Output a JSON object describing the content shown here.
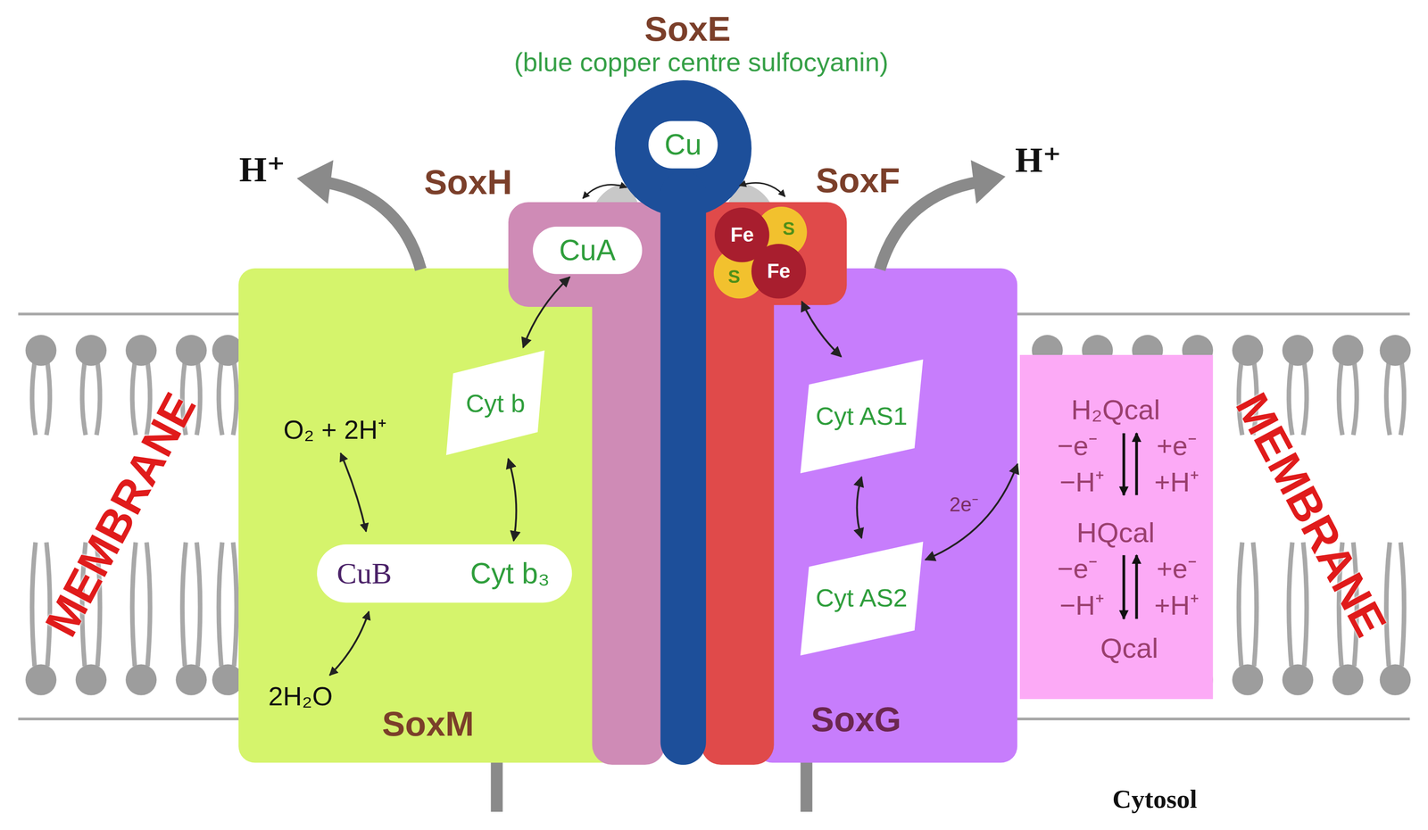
{
  "diagram": {
    "nodes": [
      {
        "text": [
          "SoxE",
          "(blue copper centre sulfocyanin)"
        ]
      },
      {
        "text": [
          "Cu"
        ],
        "in": 0
      },
      {
        "text": [
          "SoxH"
        ]
      },
      {
        "text": [
          "CuA"
        ],
        "in": 2
      },
      {
        "text": [
          "SoxF"
        ]
      },
      {
        "text": [
          "Fe"
        ],
        "in": 4
      },
      {
        "text": [
          "S"
        ],
        "in": 4
      },
      {
        "text": [
          "S"
        ],
        "in": 4
      },
      {
        "text": [
          "Fe"
        ],
        "in": 4
      },
      {
        "text": [
          "SoxM"
        ]
      },
      {
        "text": [
          "Cyt b"
        ],
        "in": 9
      },
      {
        "text": [
          "CuB",
          "Cyt b₃"
        ],
        "in": 9
      },
      {
        "text": [
          "SoxG"
        ]
      },
      {
        "text": [
          "Cyt AS1"
        ],
        "in": 12
      },
      {
        "text": [
          "Cyt AS2"
        ],
        "in": 12
      },
      {
        "text": [
          "H₂Qcal",
          "HQcal",
          "Qcal"
        ]
      }
    ],
    "edges": [
      {
        "from": 3,
        "to": 10,
        "arrow": "both"
      },
      {
        "from": 10,
        "to": 11,
        "arrow": "both"
      },
      {
        "from": 8,
        "to": 13,
        "arrow": "both"
      },
      {
        "from": 13,
        "to": 14,
        "arrow": "both"
      },
      {
        "from": 15,
        "to": 14,
        "label": "2e⁻",
        "arrow": "both"
      }
    ],
    "labels": [
      "H⁺",
      "H⁺",
      "MEMBRANE",
      "MEMBRANE",
      "O₂ + 2H⁺",
      "2H₂O",
      "−e⁻",
      "+e⁻",
      "−H⁺",
      "+H⁺",
      "−e⁻",
      "+e⁻",
      "−H⁺",
      "+H⁺",
      "Cytosol"
    ]
  }
}
